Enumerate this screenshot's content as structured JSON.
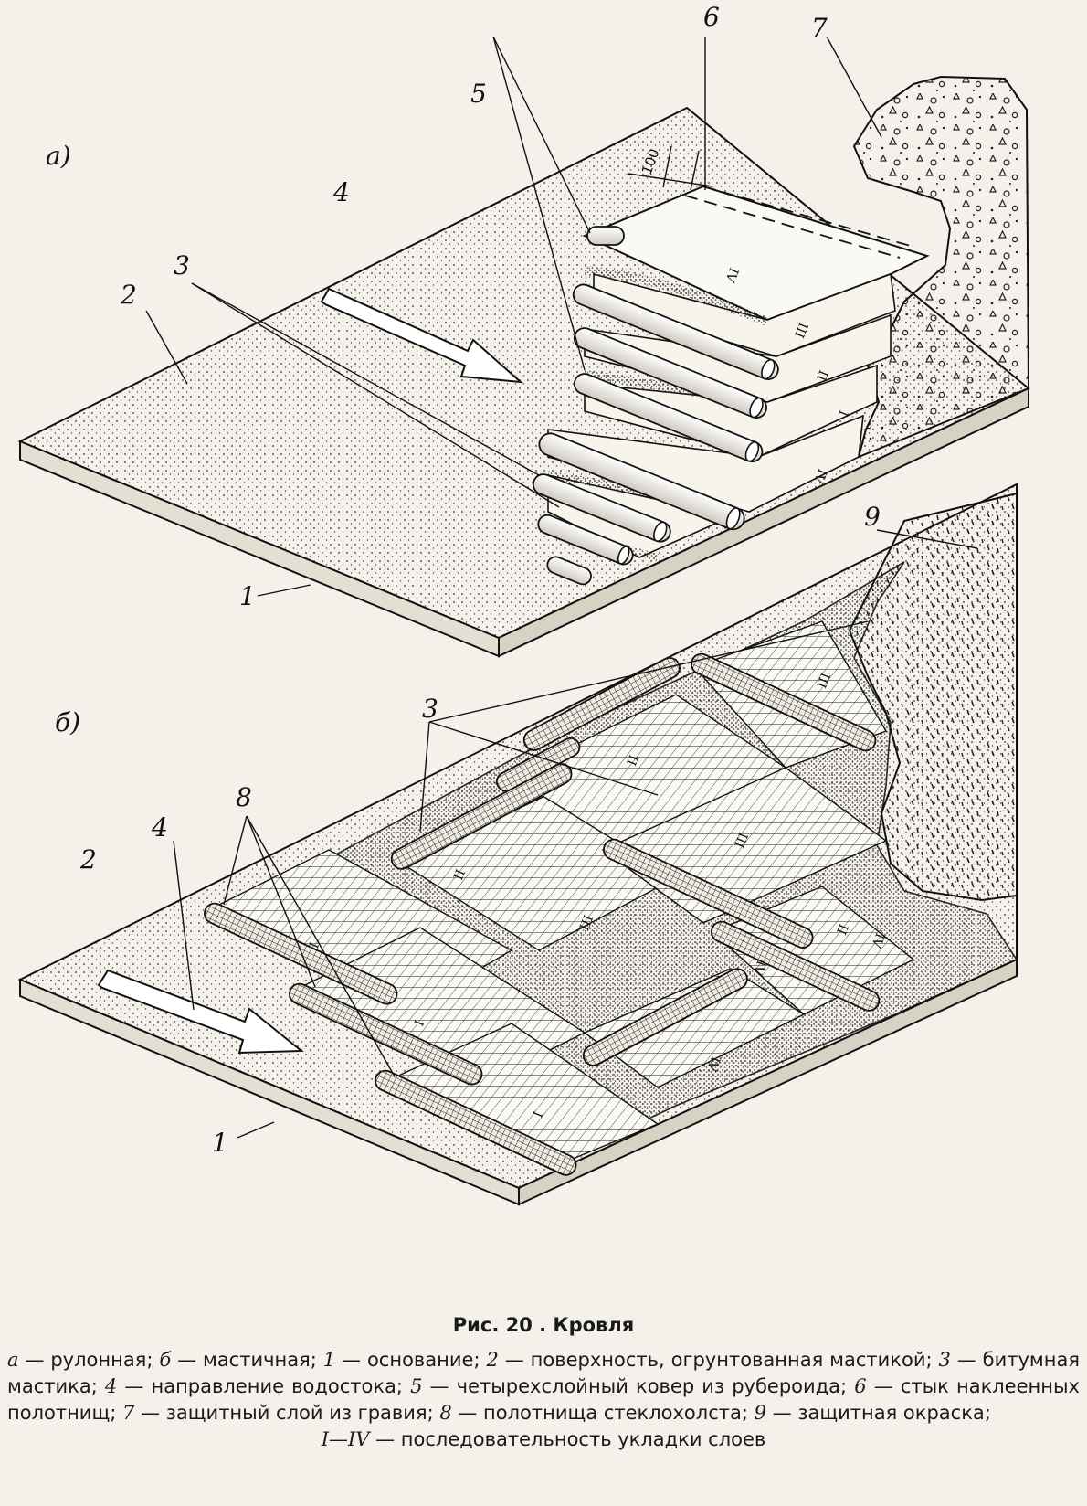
{
  "panels": {
    "a": {
      "label": "а)"
    },
    "b": {
      "label": "б)"
    }
  },
  "callouts": {
    "a": {
      "n1": "1",
      "n2": "2",
      "n3": "3",
      "n4": "4",
      "n5": "5",
      "n6": "6",
      "n7": "7",
      "dimension": "100",
      "layers": [
        "IV",
        "III",
        "II",
        "I",
        "IV"
      ]
    },
    "b": {
      "n1": "1",
      "n2": "2",
      "n3": "3",
      "n4": "4",
      "n8": "8",
      "n9": "9",
      "layers": [
        "I",
        "II",
        "III",
        "IV",
        "I",
        "II",
        "III",
        "IV",
        "I",
        "II",
        "III",
        "IV"
      ]
    }
  },
  "caption": {
    "title": "Рис. 20 . Кровля",
    "legend": [
      {
        "key": "а",
        "text": " — рулонная; "
      },
      {
        "key": "б",
        "text": " — мастичная; "
      },
      {
        "key": "1",
        "text": " — основание; "
      },
      {
        "key": "2",
        "text": " — поверхность, огрунтованная мастикой; "
      },
      {
        "key": "3",
        "text": " — битумная мастика; "
      },
      {
        "key": "4",
        "text": " — направление водостока; "
      },
      {
        "key": "5",
        "text": " — четырехслойный ковер из рубероида; "
      },
      {
        "key": "6",
        "text": " — стык наклеенных полотнищ; "
      },
      {
        "key": "7",
        "text": " — защитный слой из гравия; "
      },
      {
        "key": "8",
        "text": " — полотнища стеклохолста; "
      },
      {
        "key": "9",
        "text": " — защитная окраска; "
      },
      {
        "key": "I—IV",
        "text": " — последовательность укладки слоев"
      }
    ]
  },
  "colors": {
    "ink": "#111111",
    "paper": "#f4f1ea"
  },
  "icons": [
    "flow-arrow",
    "roll-cylinder",
    "gravel-layer",
    "mesh-sheet"
  ]
}
